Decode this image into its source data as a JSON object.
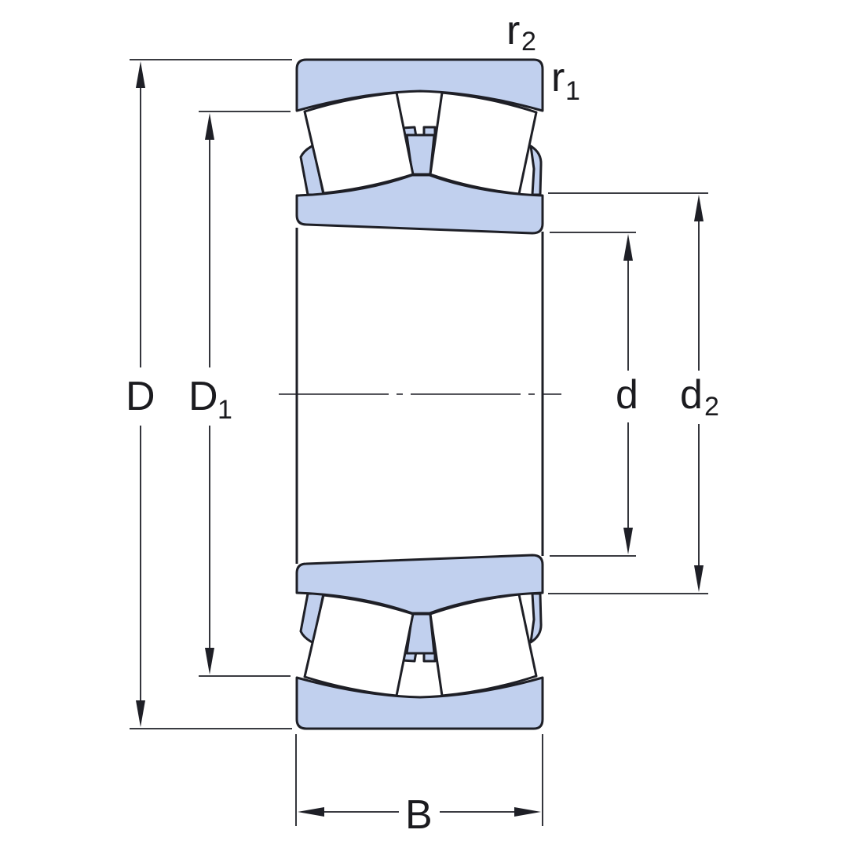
{
  "labels": {
    "D": "D",
    "D1_main": "D",
    "D1_sub": "1",
    "d": "d",
    "d2_main": "d",
    "d2_sub": "2",
    "B": "B",
    "r1_main": "r",
    "r1_sub": "1",
    "r2_main": "r",
    "r2_sub": "2"
  },
  "colors": {
    "fill": "#c1d0ee",
    "line": "#1e1f26"
  }
}
